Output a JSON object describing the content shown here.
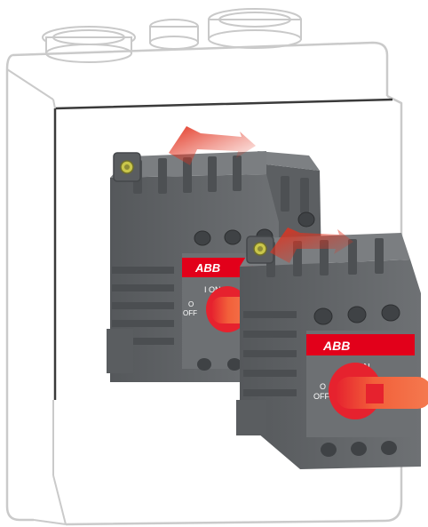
{
  "image": {
    "subject": "enclosure-with-two-rotary-switch-disconnectors"
  },
  "switch_back": {
    "brand": "ABB",
    "on_label": "I  ON",
    "off_label_top": "O",
    "off_label_bottom": "OFF"
  },
  "switch_front": {
    "brand": "ABB",
    "on_label": "I  ON",
    "off_label_top": "O",
    "off_label_bottom": "OFF"
  },
  "colors": {
    "housing": "#6b6e71",
    "housing_dark": "#4e5053",
    "housing_light": "#85888b",
    "brand_red": "#e2001a",
    "knob_orange": "#f2603a",
    "knob_red": "#e6222e",
    "enclosure_line": "#c8c8c8",
    "enclosure_dark": "#3a3a3a",
    "arrow_red": "#e2321e"
  }
}
